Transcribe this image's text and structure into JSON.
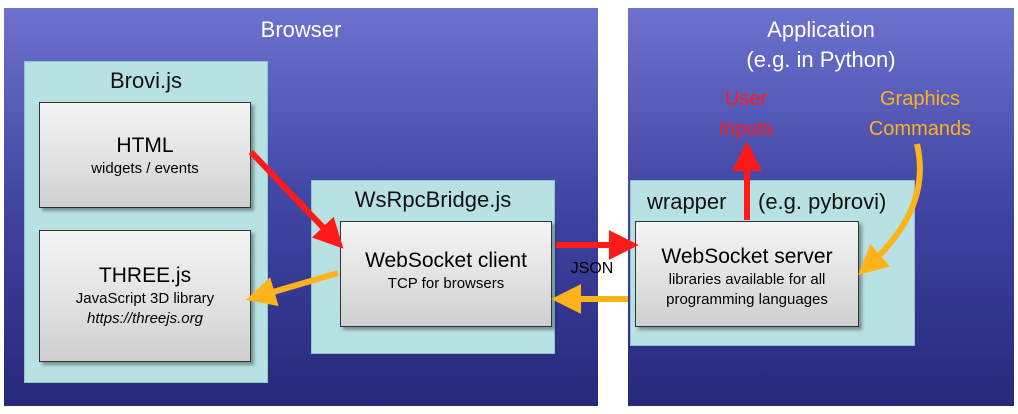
{
  "browser": {
    "title": "Browser",
    "brovi": {
      "title": "Brovi.js",
      "html_box": {
        "title": "HTML",
        "subtitle": "widgets / events"
      },
      "three_box": {
        "title": "THREE.js",
        "subtitle": "JavaScript 3D library",
        "link": "https://threejs.org"
      }
    },
    "bridge": {
      "title": "WsRpcBridge.js",
      "client_box": {
        "title": "WebSocket client",
        "subtitle": "TCP for browsers"
      }
    }
  },
  "connection": {
    "label": "JSON"
  },
  "application": {
    "title_line1": "Application",
    "title_line2": "(e.g. in Python)",
    "user_inputs": {
      "line1": "User",
      "line2": "Inputs"
    },
    "graphics_commands": {
      "line1": "Graphics",
      "line2": "Commands"
    },
    "wrapper": {
      "title": "wrapper",
      "note": "(e.g. pybrovi)",
      "server_box": {
        "title": "WebSocket server",
        "line1": "libraries available for all",
        "line2": "programming languages"
      }
    }
  },
  "colors": {
    "panel_top": "#6e72cf",
    "panel_bottom": "#26287a",
    "container": "#b7e1e3",
    "arrow_red": "#ff1a1a",
    "arrow_orange": "#ffb31a"
  }
}
